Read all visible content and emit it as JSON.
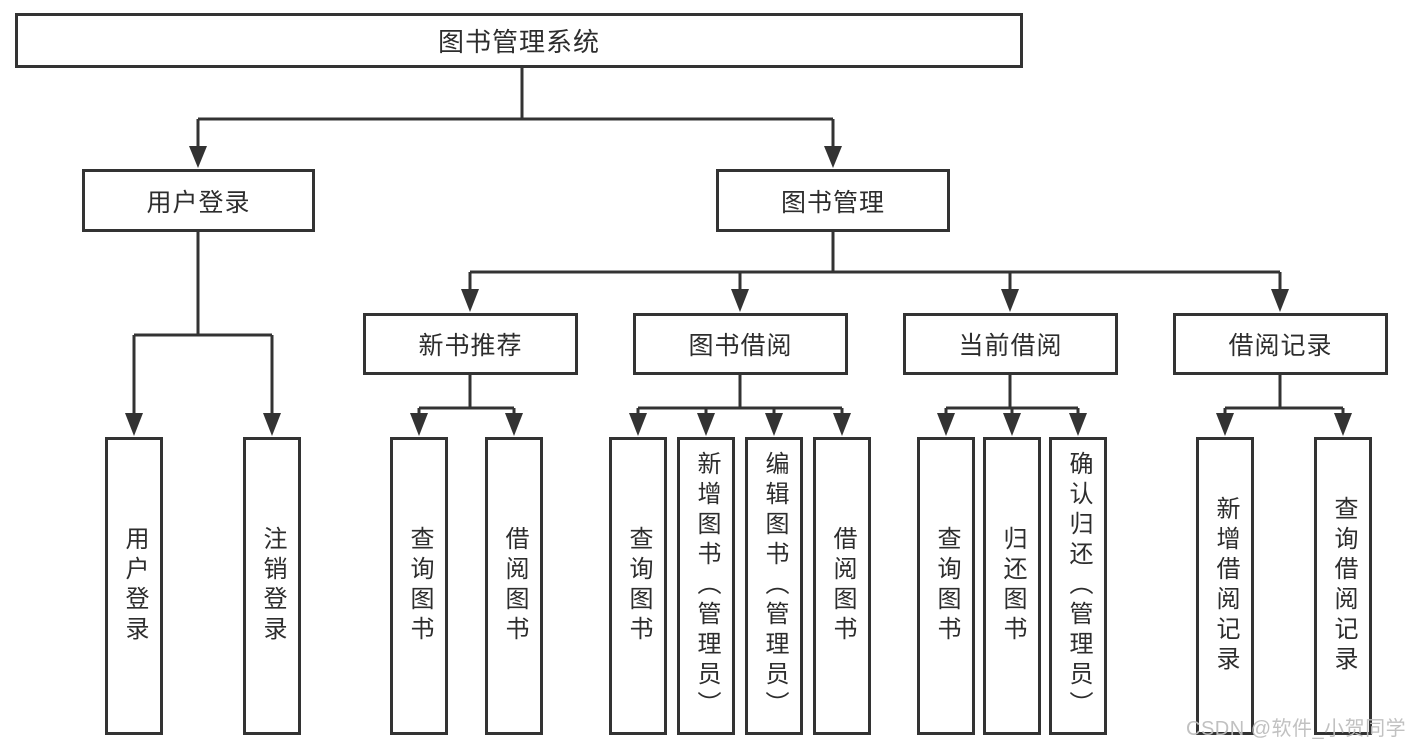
{
  "diagram": {
    "title": "图书管理系统",
    "children": [
      {
        "label": "用户登录",
        "children": [
          {
            "label": "用户登录"
          },
          {
            "label": "注销登录"
          }
        ]
      },
      {
        "label": "图书管理",
        "children": [
          {
            "label": "新书推荐",
            "children": [
              {
                "label": "查询图书"
              },
              {
                "label": "借阅图书"
              }
            ]
          },
          {
            "label": "图书借阅",
            "children": [
              {
                "label": "查询图书"
              },
              {
                "label": "新增图书（管理员）"
              },
              {
                "label": "编辑图书（管理员）"
              },
              {
                "label": "借阅图书"
              }
            ]
          },
          {
            "label": "当前借阅",
            "children": [
              {
                "label": "查询图书"
              },
              {
                "label": "归还图书"
              },
              {
                "label": "确认归还（管理员）"
              }
            ]
          },
          {
            "label": "借阅记录",
            "children": [
              {
                "label": "新增借阅记录"
              },
              {
                "label": "查询借阅记录"
              }
            ]
          }
        ]
      }
    ]
  },
  "watermark": "CSDN @软件_小贺同学",
  "colors": {
    "line": "#333333",
    "box_border": "#333333",
    "box_fill": "#ffffff",
    "text": "#2d2d2d",
    "watermark": "#bebebe"
  }
}
